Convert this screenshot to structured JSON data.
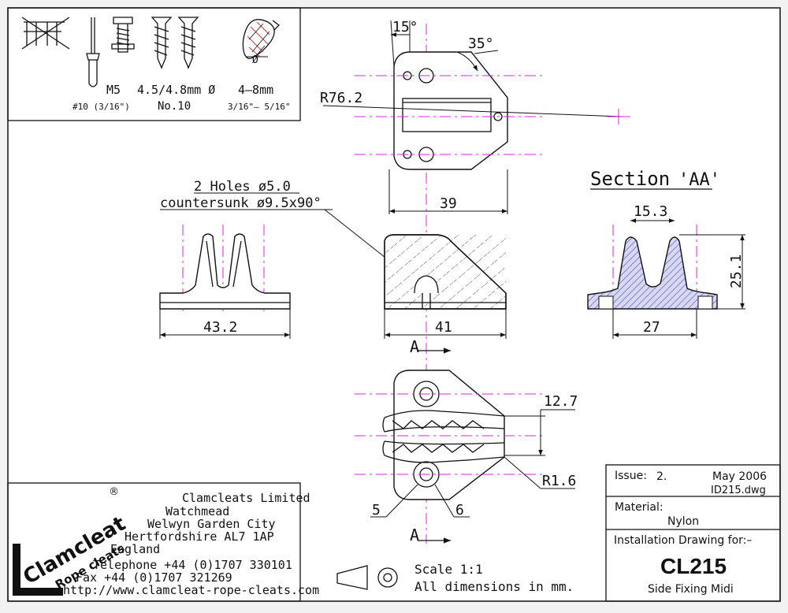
{
  "colors": {
    "background": "#f2f2f2",
    "sheet": "#ffffff",
    "line": "#111111",
    "centerline": "#e020e0",
    "hatch": "#5a5ad8",
    "hatch_fill": "#d8d8f0"
  },
  "fasteners": {
    "m5": "M5",
    "screw_dia": "4.5/4.8mm Ø",
    "rope": "4–8mm",
    "m5_sub": "#10 (3/16\")",
    "screw_sub": "No.10",
    "rope_sub": "3/16\"– 5/16\"",
    "rope_symbol": "Ø"
  },
  "top_view": {
    "angle_left": "15°",
    "angle_right": "35°",
    "radius": "R76.2",
    "width": "39"
  },
  "holes_note": {
    "line1": "2 Holes ø5.0",
    "line2": "countersunk ø9.5x90°"
  },
  "side_view": {
    "width": "41",
    "section_mark": "A"
  },
  "end_view": {
    "width": "43.2"
  },
  "section": {
    "title": "Section",
    "title_mark": "'AA'",
    "top_width": "15.3",
    "height": "25.1",
    "base_width": "27"
  },
  "bottom_view": {
    "gap": "12.7",
    "radius": "R1.6",
    "label_5": "5",
    "label_6": "6",
    "section_mark": "A"
  },
  "company": {
    "logo_main": "Clamcleat",
    "logo_sub": "Rope cleats",
    "registered": "®",
    "name": "Clamcleats Limited",
    "addr1": "Watchmead",
    "addr2": "Welwyn Garden City",
    "addr3": "Hertfordshire AL7 1AP",
    "addr4": "England",
    "telephone": "Telephone +44 (0)1707 330101",
    "fax": "Fax +44 (0)1707 321269",
    "web": "http://www.clamcleat-rope-cleats.com"
  },
  "scale_note": {
    "scale": "Scale 1:1",
    "units": "All dimensions in mm."
  },
  "title_block": {
    "issue_label": "Issue:",
    "issue": "2.",
    "date": "May 2006",
    "file": "ID215.dwg",
    "material_label": "Material:",
    "material": "Nylon",
    "drawing_for": "Installation Drawing for:–",
    "part_no": "CL215",
    "description": "Side Fixing Midi"
  }
}
